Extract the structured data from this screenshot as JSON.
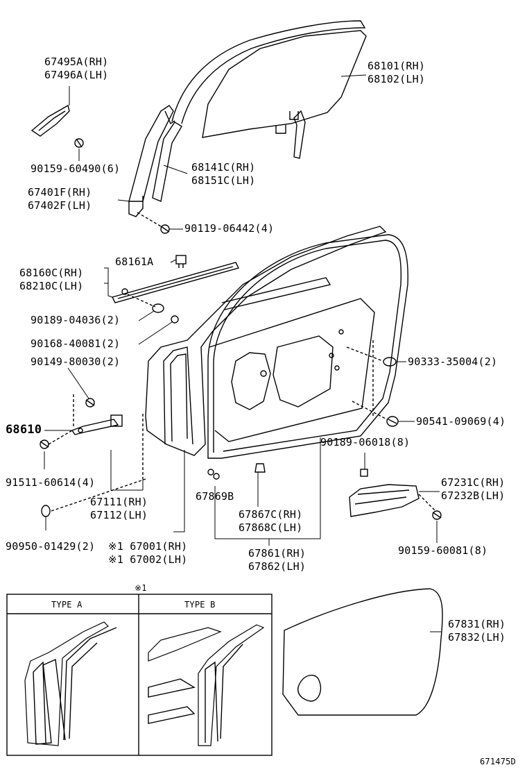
{
  "parts": {
    "p67495": [
      "67495A(RH)",
      "67496A(LH)"
    ],
    "p68101": [
      "68101(RH)",
      "68102(LH)"
    ],
    "p90159_60490": "90159-60490(6)",
    "p68141": [
      "68141C(RH)",
      "68151C(LH)"
    ],
    "p67401": [
      "67401F(RH)",
      "67402F(LH)"
    ],
    "p90119": "90119-06442(4)",
    "p68161": "68161A",
    "p68160": [
      "68160C(RH)",
      "68210C(LH)"
    ],
    "p90189_04036": "90189-04036(2)",
    "p90168": "90168-40081(2)",
    "p90149": "90149-80030(2)",
    "p90333": "90333-35004(2)",
    "p68610": "68610",
    "p90541": "90541-09069(4)",
    "p90189_06018": "90189-06018(8)",
    "p91511": "91511-60614(4)",
    "p67231": [
      "67231C(RH)",
      "67232B(LH)"
    ],
    "p67111": [
      "67111(RH)",
      "67112(LH)"
    ],
    "p67869": "67869B",
    "p67867": [
      "67867C(RH)",
      "67868C(LH)"
    ],
    "p90950": "90950-01429(2)",
    "p67001": [
      "※1 67001(RH)",
      "※1 67002(LH)"
    ],
    "p90159_60081": "90159-60081(8)",
    "p67861": [
      "67861(RH)",
      "67862(LH)"
    ],
    "p67831": [
      "67831(RH)",
      "67832(LH)"
    ]
  },
  "inset": {
    "marker": "※1",
    "type_a": "TYPE A",
    "type_b": "TYPE B"
  },
  "diagram_code": "671475D"
}
